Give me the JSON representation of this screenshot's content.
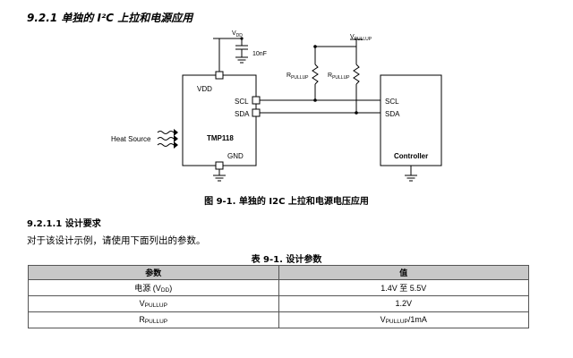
{
  "section": {
    "title": "9.2.1 单独的 I²C 上拉和电源应用",
    "subsection_title": "9.2.1.1 设计要求",
    "body_text": "对于该设计示例，请使用下面列出的参数。"
  },
  "figure": {
    "caption": "图 9-1. 单独的 I2C 上拉和电源电压应用",
    "vdd_rail": "V",
    "vdd_rail_sub": "DD",
    "capacitor": "10nF",
    "vpullup_rail": "V",
    "vpullup_rail_sub": "PULLUP",
    "rpullup1": "R",
    "rpullup1_sub": "PULLUP",
    "rpullup2": "R",
    "rpullup2_sub": "PULLUP",
    "chip_name": "TMP118",
    "pin_vdd": "VDD",
    "pin_scl": "SCL",
    "pin_sda": "SDA",
    "pin_gnd": "GND",
    "heat_source": "Heat Source",
    "controller": "Controller",
    "ctrl_scl": "SCL",
    "ctrl_sda": "SDA"
  },
  "table": {
    "caption": "表 9-1. 设计参数",
    "headers": [
      "参数",
      "值"
    ],
    "rows": [
      {
        "param": "电源 (V",
        "param_sub": "DD",
        "param_tail": ")",
        "value": "1.4V 至 5.5V",
        "value_sub": "",
        "value_tail": ""
      },
      {
        "param": "V",
        "param_sub": "PULLUP",
        "param_tail": "",
        "value": "1.2V",
        "value_sub": "",
        "value_tail": ""
      },
      {
        "param": "R",
        "param_sub": "PULLUP",
        "param_tail": "",
        "value": "V",
        "value_sub": "PULLUP",
        "value_tail": "/1mA"
      }
    ]
  }
}
